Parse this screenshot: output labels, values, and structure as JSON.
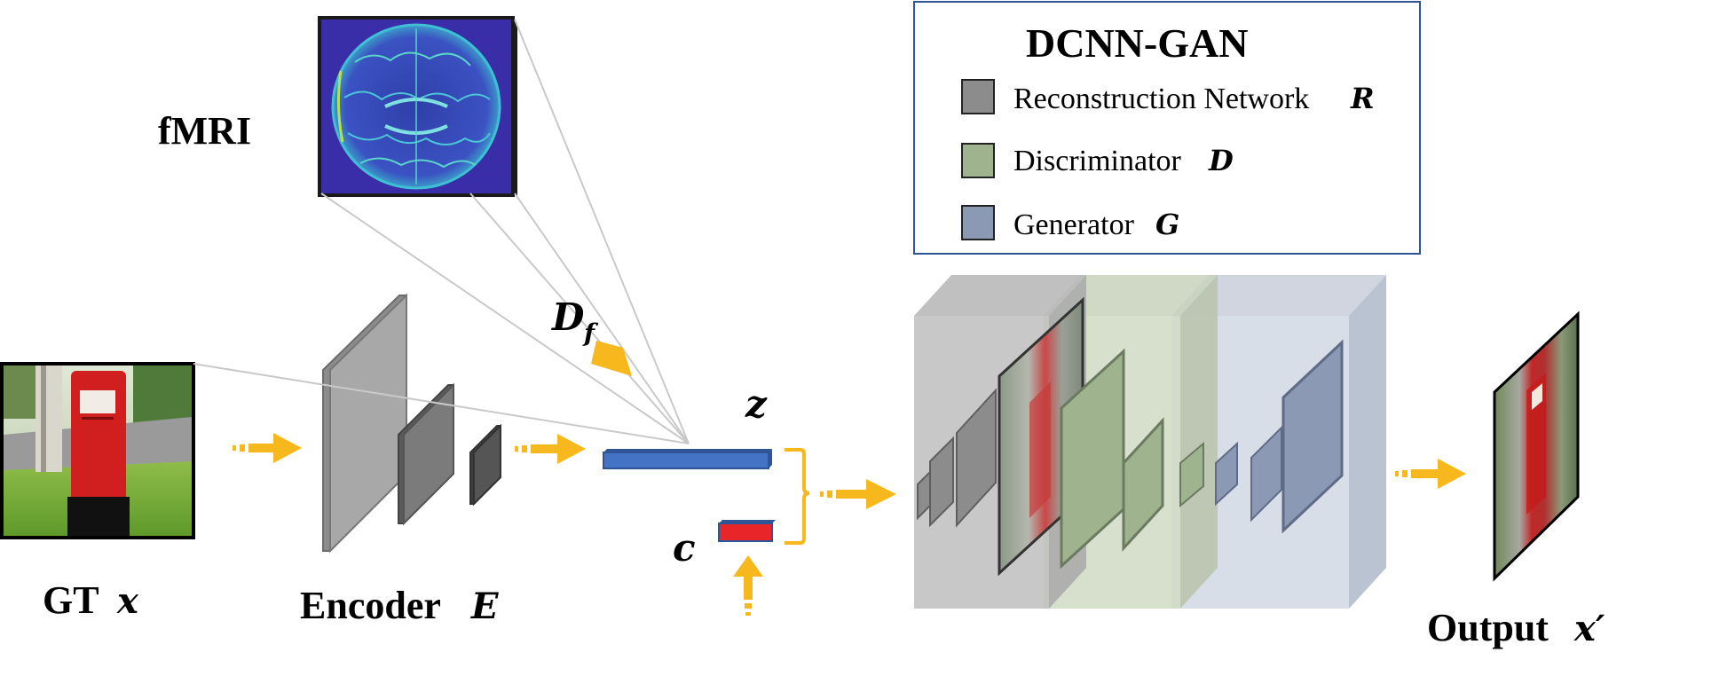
{
  "labels": {
    "fmri": "fMRI",
    "gt": "GT",
    "gt_var": "x",
    "encoder": "Encoder",
    "encoder_var": "E",
    "output": "Output",
    "output_var": "x′",
    "df": "D",
    "df_sub": "f",
    "z": "z",
    "c": "c"
  },
  "legend": {
    "title": "DCNN-GAN",
    "items": [
      {
        "text": "Reconstruction Network",
        "var": "R",
        "color": "#8c8c8c"
      },
      {
        "text": "Discriminator",
        "var": "D",
        "color": "#9fb48e"
      },
      {
        "text": "Generator",
        "var": "G",
        "color": "#8b99b4"
      }
    ]
  },
  "colors": {
    "arrow": "#f6b81c",
    "z_vector": "#4472c4",
    "c_vector": "#e8262a",
    "legend_border": "#2f5597",
    "encoder_layer": "#a8a8a8",
    "fmri_background": "#3a2ea8"
  },
  "icons": {
    "gt_image": "post-box-photo",
    "output_image": "reconstructed-post-box-photo",
    "fmri_image": "brain-scan"
  }
}
